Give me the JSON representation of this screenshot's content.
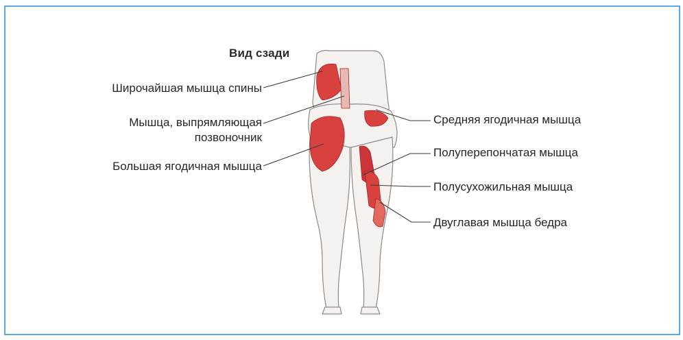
{
  "diagram": {
    "title": "Вид сзади",
    "labels_left": [
      {
        "id": "latissimus",
        "lines": [
          "Широчайшая мышца спины"
        ]
      },
      {
        "id": "erector",
        "lines": [
          "Мышца, выпрямляющая",
          "позвоночник"
        ]
      },
      {
        "id": "gluteus-maximus",
        "lines": [
          "Большая ягодичная мышца"
        ]
      }
    ],
    "labels_right": [
      {
        "id": "gluteus-medius",
        "lines": [
          "Средняя ягодичная мышца"
        ]
      },
      {
        "id": "semimembranosus",
        "lines": [
          "Полуперепончатая мышца"
        ]
      },
      {
        "id": "semitendinosus",
        "lines": [
          "Полусухожильная мышца"
        ]
      },
      {
        "id": "biceps-femoris",
        "lines": [
          "Двуглавая мышца бедра"
        ]
      }
    ],
    "colors": {
      "frame": "#5aa9e6",
      "muscle_highlight": "#d8413e",
      "muscle_dark": "#a8242a",
      "outline": "#8a8a8a",
      "leader_line": "#3a3a3a"
    }
  }
}
